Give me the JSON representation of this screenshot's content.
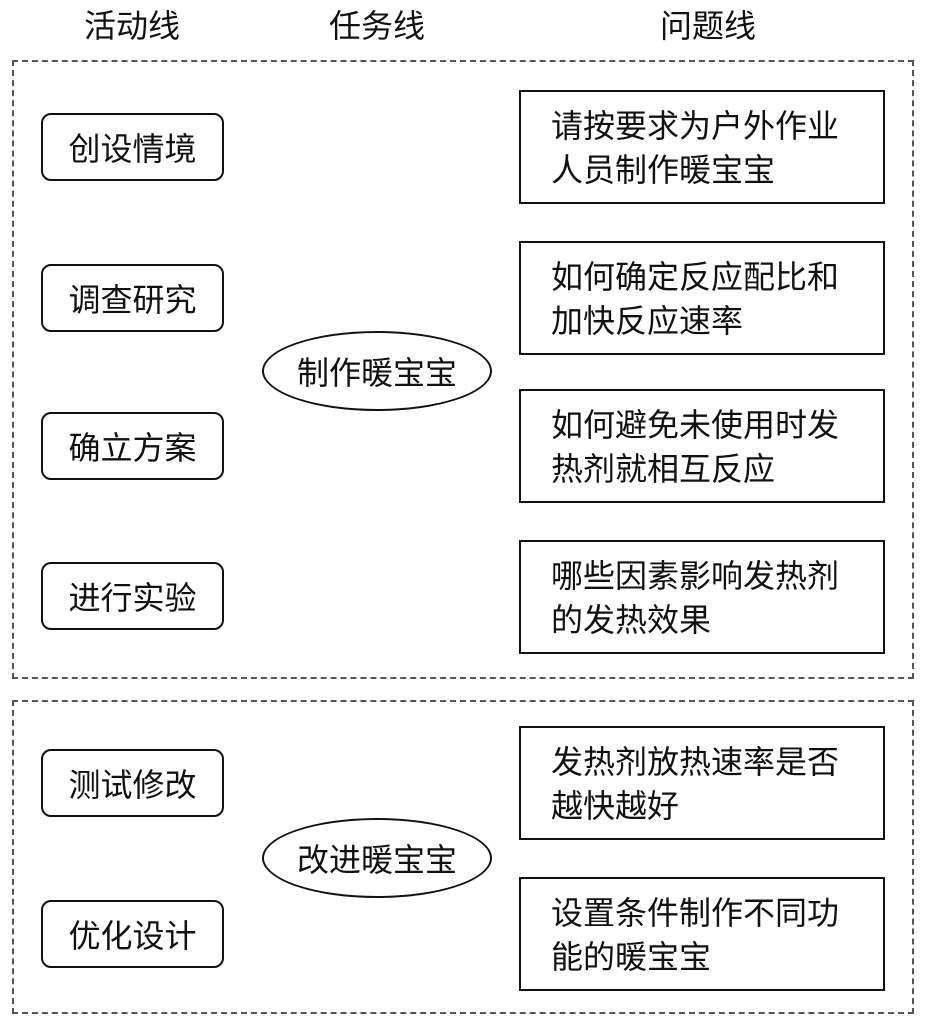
{
  "headers": {
    "activity": "活动线",
    "task": "任务线",
    "question": "问题线"
  },
  "groups": [
    {
      "task": "制作暖宝宝",
      "activities": [
        "创设情境",
        "调查研究",
        "确立方案",
        "进行实验"
      ],
      "questions": [
        [
          "请按要求为户外作业",
          "人员制作暖宝宝"
        ],
        [
          "如何确定反应配比和",
          "加快反应速率"
        ],
        [
          "如何避免未使用时发",
          "热剂就相互反应"
        ],
        [
          "哪些因素影响发热剂",
          "的发热效果"
        ]
      ]
    },
    {
      "task": "改进暖宝宝",
      "activities": [
        "测试修改",
        "优化设计"
      ],
      "questions": [
        [
          "发热剂放热速率是否",
          "越快越好"
        ],
        [
          "设置条件制作不同功",
          "能的暖宝宝"
        ]
      ]
    }
  ]
}
